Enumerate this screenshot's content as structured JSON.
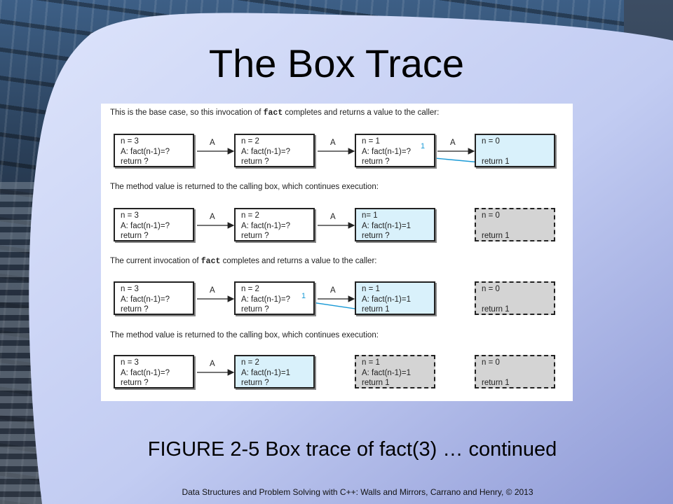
{
  "slide": {
    "title": "The Box Trace",
    "caption": "FIGURE 2-5 Box trace of fact(3)   … continued",
    "footer": "Data Structures and Problem Solving with C++: Walls and Mirrors, Carrano and Henry, © 2013"
  },
  "figure": {
    "captions": [
      {
        "pre": "This is the base case, so this invocation of ",
        "code": "fact",
        "post": " completes and returns a value to the caller:"
      },
      {
        "pre": "The method value is returned to the calling box, which continues execution:",
        "code": "",
        "post": ""
      },
      {
        "pre": "The current invocation of ",
        "code": "fact",
        "post": " completes and returns a value to the caller:"
      },
      {
        "pre": "The method value is returned to the calling box, which continues execution:",
        "code": "",
        "post": ""
      }
    ],
    "rows": [
      [
        {
          "l1": "n = 3",
          "l2": "A: fact(n-1)=?",
          "l3": "return ?"
        },
        {
          "l1": "n = 2",
          "l2": "A: fact(n-1)=?",
          "l3": "return ?"
        },
        {
          "l1": "n = 1",
          "l2": "A: fact(n-1)=?",
          "l3": "return ?"
        },
        {
          "l1": "n = 0",
          "l2": "",
          "l3": "return 1"
        }
      ],
      [
        {
          "l1": "n = 3",
          "l2": "A: fact(n-1)=?",
          "l3": "return ?"
        },
        {
          "l1": "n = 2",
          "l2": "A: fact(n-1)=?",
          "l3": "return ?"
        },
        {
          "l1": "n= 1",
          "l2": "A: fact(n-1)=1",
          "l3": "return ?"
        },
        {
          "l1": "n = 0",
          "l2": "",
          "l3": "return 1"
        }
      ],
      [
        {
          "l1": "n = 3",
          "l2": "A: fact(n-1)=?",
          "l3": "return ?"
        },
        {
          "l1": "n = 2",
          "l2": "A: fact(n-1)=?",
          "l3": "return ?"
        },
        {
          "l1": "n = 1",
          "l2": "A: fact(n-1)=1",
          "l3": "return 1"
        },
        {
          "l1": "n = 0",
          "l2": "",
          "l3": "return 1"
        }
      ],
      [
        {
          "l1": "n = 3",
          "l2": "A: fact(n-1)=?",
          "l3": "return ?"
        },
        {
          "l1": "n = 2",
          "l2": "A: fact(n-1)=1",
          "l3": "return ?"
        },
        {
          "l1": "n = 1",
          "l2": "A: fact(n-1)=1",
          "l3": "return 1"
        },
        {
          "l1": "n = 0",
          "l2": "",
          "l3": "return 1"
        }
      ]
    ],
    "edge_label": "A",
    "return_value_label": "1",
    "colors": {
      "active": "#d9f1fb",
      "done": "#d4d4d4",
      "return_arrow": "#1a9ad6"
    }
  }
}
